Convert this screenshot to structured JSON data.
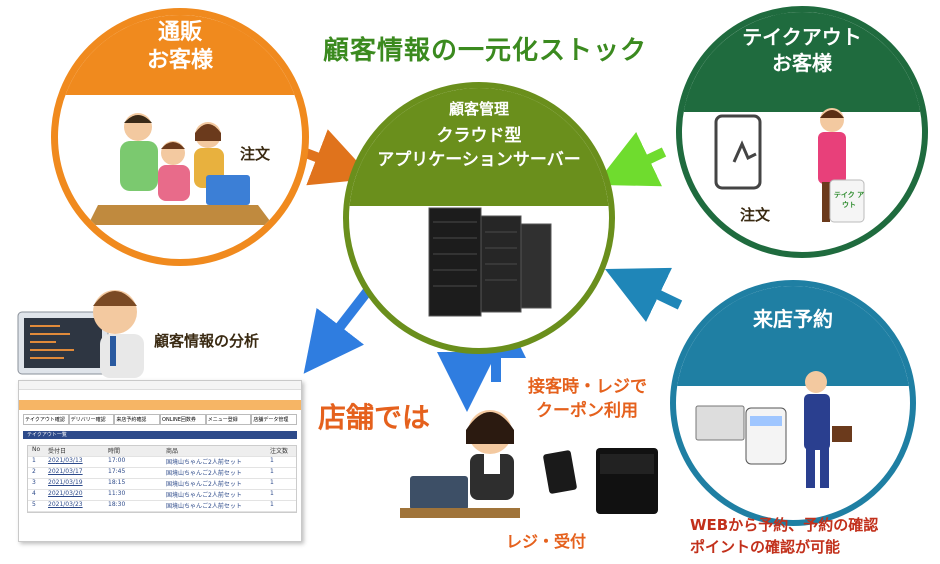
{
  "title": "顧客情報の一元化ストック",
  "mail_order": {
    "line1": "通販",
    "line2": "お客様",
    "order": "注文"
  },
  "takeout": {
    "line1": "テイクアウト",
    "line2": "お客様",
    "order": "注文",
    "bag_text": "テイク アウト"
  },
  "server": {
    "heading": "顧客管理",
    "line1": "クラウド型",
    "line2": "アプリケーションサーバー"
  },
  "reservation": {
    "heading": "来店予約"
  },
  "analysis_label": "顧客情報の分析",
  "store_label": "店舗では",
  "coupon": {
    "line1": "接客時・レジで",
    "line2": "クーポン利用"
  },
  "register_label": "レジ・受付",
  "web_note": {
    "line1": "WEBから予約、予約の確認",
    "line2": "ポイントの確認が可能"
  },
  "screen": {
    "nav": [
      "テイクアウト確認",
      "デリバリー確認",
      "来店予約確認",
      "ONLINE回数券",
      "メニュー登録",
      "店舗データ管理"
    ],
    "section": "テイクアウト一覧",
    "headers": [
      "No",
      "受付日",
      "時間",
      "商品",
      "注文数"
    ],
    "rows": [
      [
        "1",
        "2021/03/13",
        "17:00",
        "国境山ちゃんご2人前セット",
        "1"
      ],
      [
        "2",
        "2021/03/17",
        "17:45",
        "国境山ちゃんご2人前セット",
        "1"
      ],
      [
        "3",
        "2021/03/19",
        "18:15",
        "国境山ちゃんご2人前セット",
        "1"
      ],
      [
        "4",
        "2021/03/20",
        "11:30",
        "国境山ちゃんご2人前セット",
        "1"
      ],
      [
        "5",
        "2021/03/23",
        "18:30",
        "国境山ちゃんご2人前セット",
        "1"
      ]
    ]
  },
  "colors": {
    "orange": "#f08a1e",
    "green_dark": "#1f6b3e",
    "olive": "#6a8f1c",
    "teal": "#1f7fa3",
    "title_green": "#3b8a1f"
  }
}
